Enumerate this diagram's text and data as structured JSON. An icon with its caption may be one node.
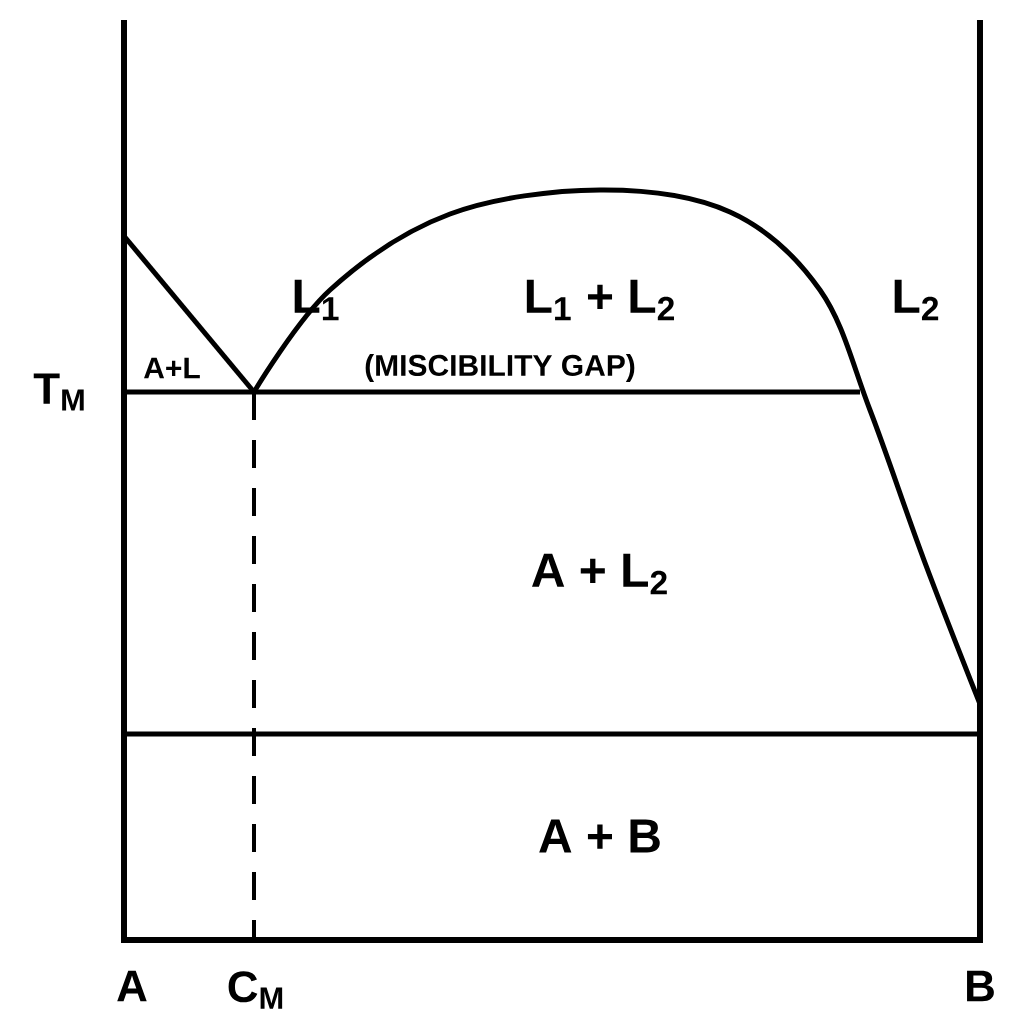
{
  "diagram": {
    "labels": [
      "L$_{1}$",
      "L$_{1}$ + L$_{2}$",
      "L$_{2}$",
      "T$_{M}$",
      "A+L",
      "(MISCIBILITY GAP)",
      "A + L$_{2}$",
      "A + B",
      "A",
      "C$_{M}$",
      "B"
    ]
  }
}
